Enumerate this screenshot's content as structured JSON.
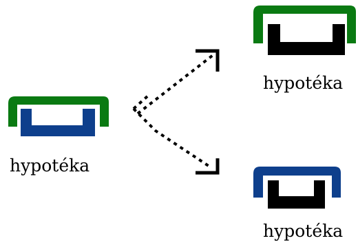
{
  "colors": {
    "green": "#0a7a12",
    "blue": "#0e3f8c",
    "black": "#000000"
  },
  "symbols": {
    "left": {
      "icon": "tray-icon",
      "outer_color": "green",
      "inner_color": "blue",
      "caption": "hypotéka"
    },
    "top": {
      "icon": "tray-icon",
      "outer_color": "green",
      "inner_color": "black",
      "caption": "hypotéka"
    },
    "bottom": {
      "icon": "tray-icon",
      "outer_color": "blue",
      "inner_color": "black",
      "caption": "hypotéka"
    }
  },
  "arrows": {
    "style": "dotted",
    "up_icon": "dotted-arrow-up-right-icon",
    "down_icon": "dotted-arrow-down-right-icon"
  }
}
